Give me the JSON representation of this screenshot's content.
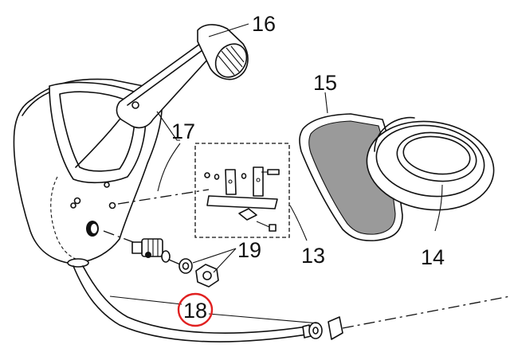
{
  "callouts": {
    "c13": "13",
    "c14": "14",
    "c15": "15",
    "c16": "16",
    "c17": "17",
    "c18": "18",
    "c19": "19"
  },
  "highlight": {
    "target": "18",
    "color": "#e02020"
  },
  "colors": {
    "line": "#111111",
    "filter_media": "#9a9a9a"
  }
}
